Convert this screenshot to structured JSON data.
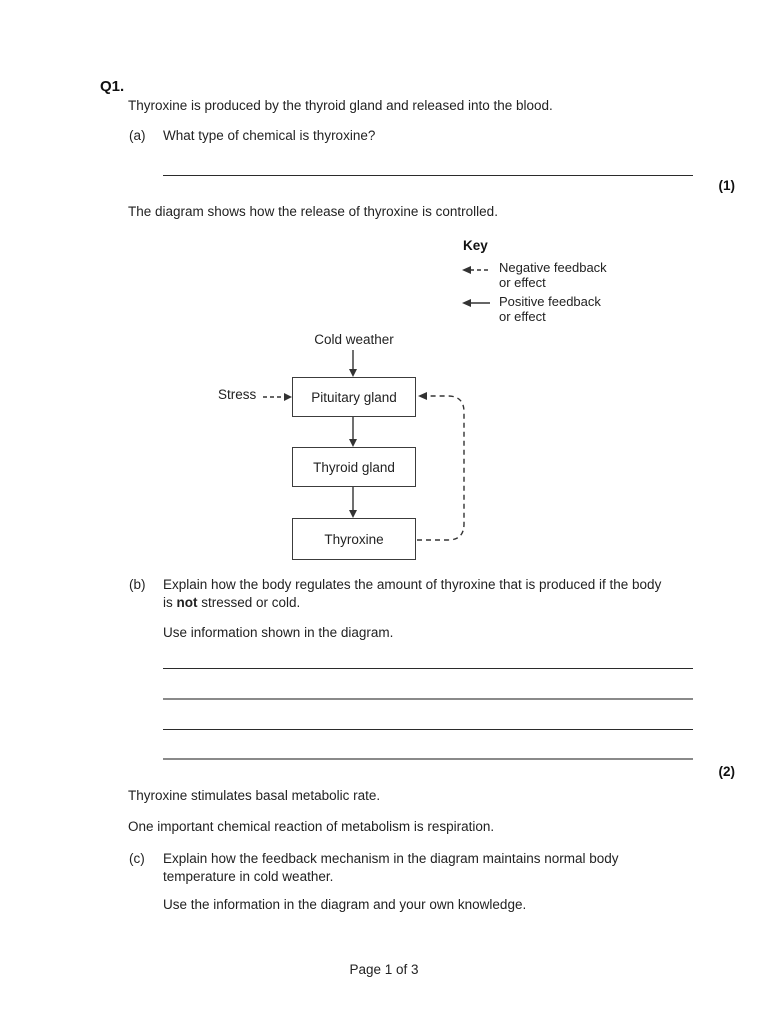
{
  "question_number": "Q1.",
  "intro": "Thyroxine is produced by the thyroid gland and released into the blood.",
  "part_a": {
    "label": "(a)",
    "question": "What type of chemical is thyroxine?",
    "marks": "(1)"
  },
  "diagram_intro": "The diagram shows how the release of thyroxine is controlled.",
  "diagram": {
    "key": {
      "title": "Key",
      "negative_line1": "Negative feedback",
      "negative_line2": "or effect",
      "positive_line1": "Positive feedback",
      "positive_line2": "or effect"
    },
    "nodes": {
      "cold_weather": "Cold weather",
      "stress": "Stress",
      "pituitary": "Pituitary gland",
      "thyroid": "Thyroid gland",
      "thyroxine": "Thyroxine"
    }
  },
  "part_b": {
    "label": "(b)",
    "question_line1": "Explain how the body regulates the amount of thyroxine that is produced if the body",
    "question_line2_prefix": "is ",
    "question_line2_bold": "not",
    "question_line2_suffix": " stressed or cold.",
    "instruction": "Use information shown in the diagram.",
    "marks": "(2)"
  },
  "statement1": "Thyroxine stimulates basal metabolic rate.",
  "statement2": "One important chemical reaction of metabolism is respiration.",
  "part_c": {
    "label": "(c)",
    "question_line1": "Explain how the feedback mechanism in the diagram maintains normal body",
    "question_line2": "temperature in cold weather.",
    "instruction": "Use the information in the diagram and your own knowledge."
  },
  "footer": "Page 1 of 3",
  "colors": {
    "ink": "#222222",
    "answer_line_dark": "#2b2b2b",
    "answer_line_gray": "#8a8a8a",
    "box_border": "#3c3c3c",
    "background": "#ffffff"
  }
}
